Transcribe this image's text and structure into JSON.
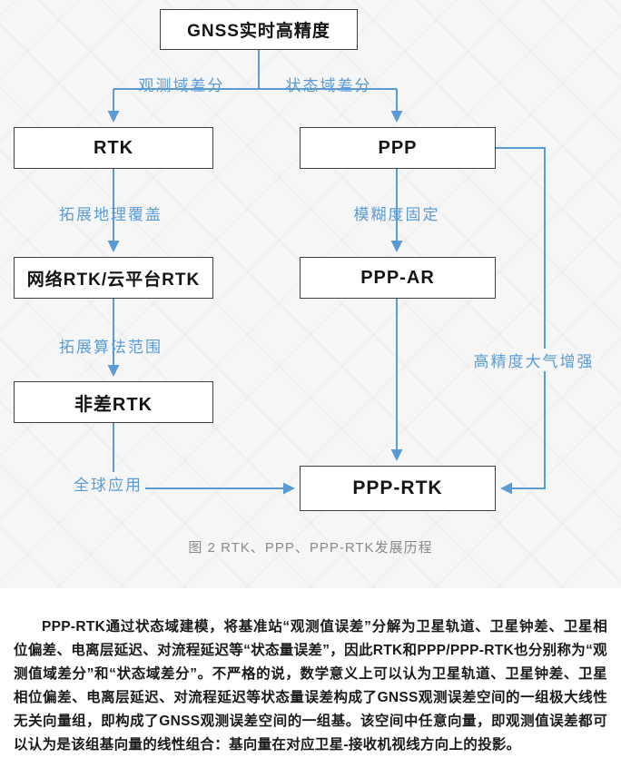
{
  "colors": {
    "arrow_blue": "#5b9bd5",
    "box_border": "#3f3f3f",
    "diagram_background": "#f6f6f6",
    "caption_gray": "#8a8a8a",
    "body_text": "#1a1a1a"
  },
  "diagram": {
    "nodes": {
      "gnss": "GNSS实时高精度",
      "rtk": "RTK",
      "ppp": "PPP",
      "network_rtk": "网络RTK/云平台RTK",
      "ppp_ar": "PPP-AR",
      "undiff_rtk": "非差RTK",
      "ppp_rtk": "PPP-RTK"
    },
    "edge_labels": {
      "obs_domain": "观测域差分",
      "state_domain": "状态域差分",
      "geo_coverage": "拓展地理覆盖",
      "ambiguity_fixing": "模糊度固定",
      "algorithm_scope": "拓展算法范围",
      "global_application": "全球应用",
      "atmosphere_enhancement": "高精度大气增强"
    },
    "caption": "图 2 RTK、PPP、PPP-RTK发展历程"
  },
  "article": {
    "paragraph": "PPP-RTK通过状态域建模，将基准站“观测值误差”分解为卫星轨道、卫星钟差、卫星相位偏差、电离层延迟、对流程延迟等“状态量误差”，因此RTK和PPP/PPP-RTK也分别称为“观测值域差分”和“状态域差分”。不严格的说，数学意义上可以认为卫星轨道、卫星钟差、卫星相位偏差、电离层延迟、对流程延迟等状态量误差构成了GNSS观测误差空间的一组极大线性无关向量组，即构成了GNSS观测误差空间的一组基。该空间中任意向量，即观测值误差都可以认为是该组基向量的线性组合：基向量在对应卫星-接收机视线方向上的投影。"
  }
}
